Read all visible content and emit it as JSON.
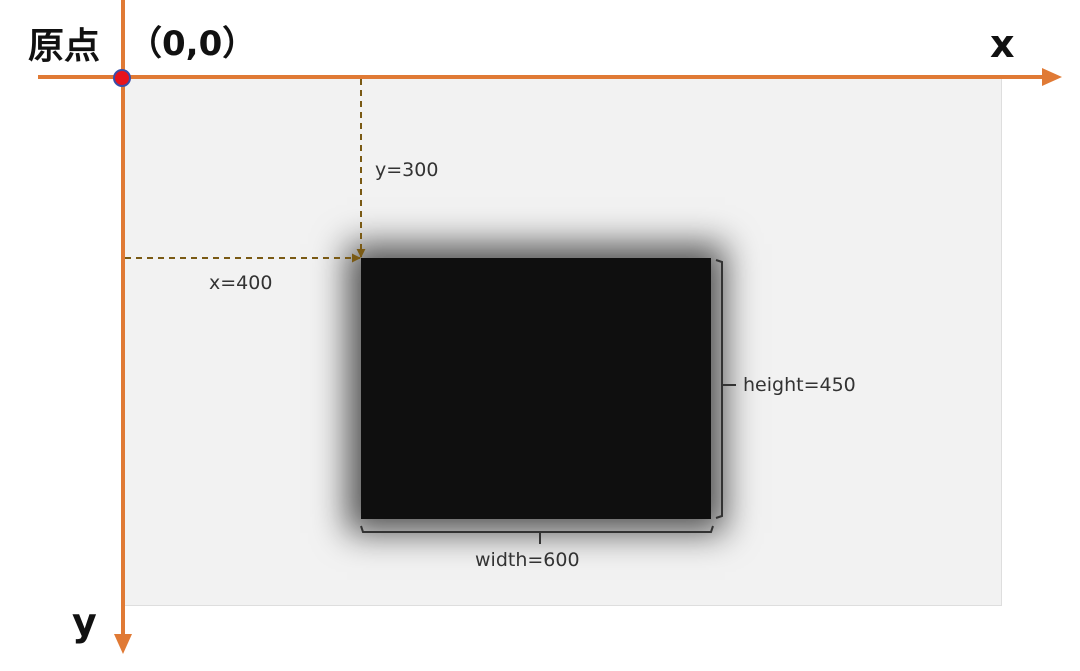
{
  "labels": {
    "origin": "原点",
    "origin_coords": "（0,0）",
    "x_axis": "x",
    "y_axis": "y",
    "x_offset": "x=400",
    "y_offset": "y=300",
    "width": "width=600",
    "height": "height=450"
  },
  "colors": {
    "axis": "#e07a35",
    "origin_dot_fill": "#e8141c",
    "origin_dot_stroke": "#3a4ea8",
    "guide_line": "#7a5a14",
    "rect_fill": "#0f0f0f",
    "canvas_bg": "#f2f2f2",
    "bracket": "#333333"
  }
}
